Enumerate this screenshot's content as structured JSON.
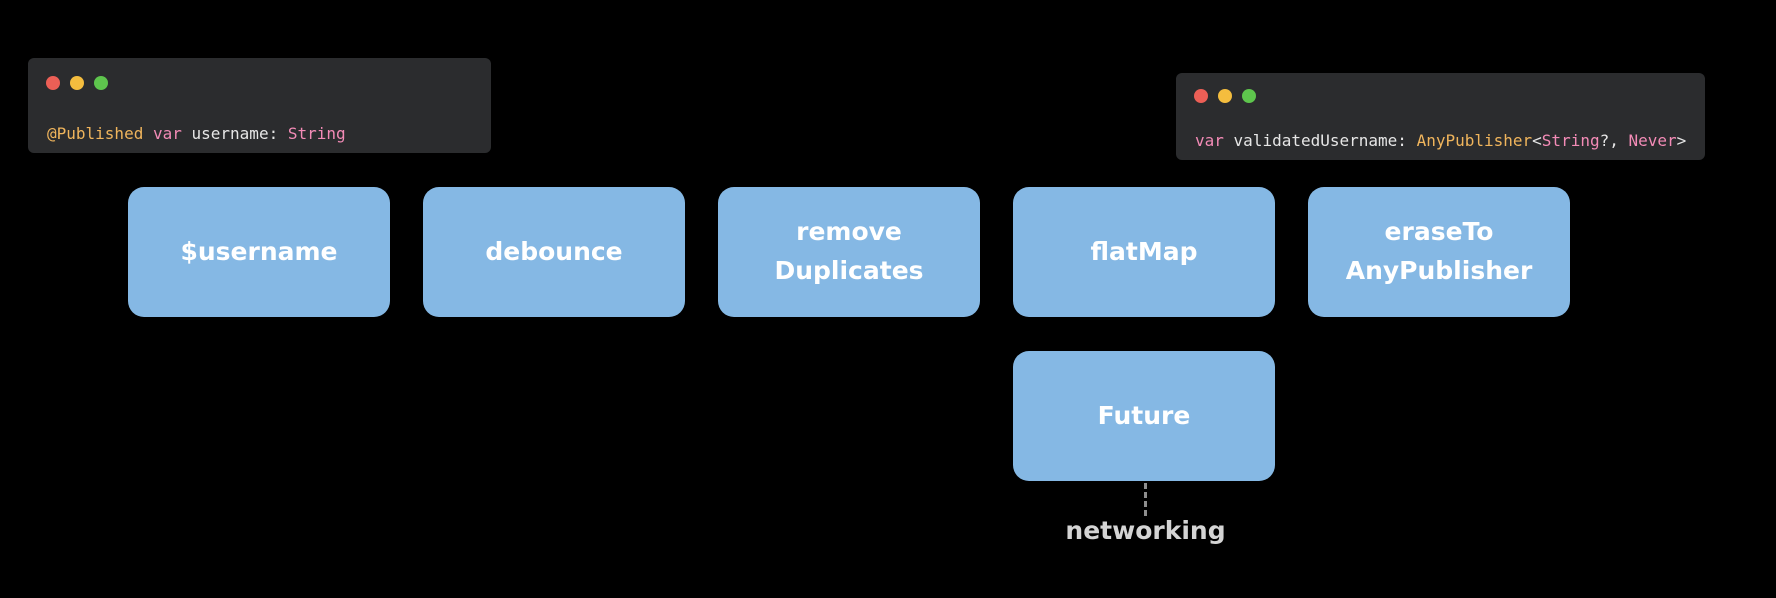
{
  "colors": {
    "box_fill": "#85b8e4",
    "window_bg": "#2b2c2e",
    "dot_red": "#ec5f56",
    "dot_yellow": "#f4bd3e",
    "dot_green": "#5ec54d",
    "keyword_pink": "#f38bb6",
    "type_orange": "#f0b55c",
    "plain_text": "#e6e6e6"
  },
  "code_windows": [
    {
      "tokens": [
        {
          "text": "@Published",
          "color": "#f0b55c"
        },
        {
          "text": " ",
          "color": "#e6e6e6"
        },
        {
          "text": "var",
          "color": "#f38bb6"
        },
        {
          "text": " username: ",
          "color": "#e6e6e6"
        },
        {
          "text": "String",
          "color": "#f38bb6"
        }
      ]
    },
    {
      "tokens": [
        {
          "text": "var",
          "color": "#f38bb6"
        },
        {
          "text": " validatedUsername: ",
          "color": "#e6e6e6"
        },
        {
          "text": "AnyPublisher",
          "color": "#f0b55c"
        },
        {
          "text": "<",
          "color": "#e6e6e6"
        },
        {
          "text": "String",
          "color": "#f38bb6"
        },
        {
          "text": "?, ",
          "color": "#e6e6e6"
        },
        {
          "text": "Never",
          "color": "#f38bb6"
        },
        {
          "text": ">",
          "color": "#e6e6e6"
        }
      ]
    }
  ],
  "pipeline": [
    {
      "lines": [
        "$username"
      ]
    },
    {
      "lines": [
        "debounce"
      ]
    },
    {
      "lines": [
        "remove",
        "Duplicates"
      ]
    },
    {
      "lines": [
        "flatMap"
      ]
    },
    {
      "lines": [
        "eraseTo",
        "AnyPublisher"
      ]
    }
  ],
  "inner": {
    "label": "Future"
  },
  "note": {
    "label": "networking"
  }
}
